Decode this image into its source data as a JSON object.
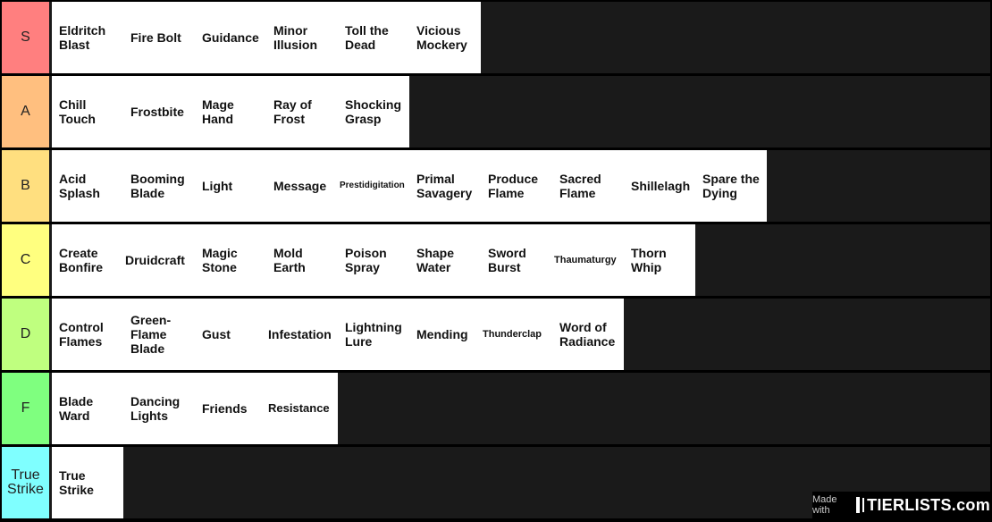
{
  "tiers": [
    {
      "label": "S",
      "color": "#ff7f7f",
      "items": [
        "Eldritch Blast",
        "Fire Bolt",
        "Guidance",
        "Minor Illusion",
        "Toll the Dead",
        "Vicious Mockery"
      ]
    },
    {
      "label": "A",
      "color": "#ffbf7f",
      "items": [
        "Chill Touch",
        "Frostbite",
        "Mage Hand",
        "Ray of Frost",
        "Shocking Grasp"
      ]
    },
    {
      "label": "B",
      "color": "#ffdf7f",
      "items": [
        "Acid Splash",
        "Booming Blade",
        "Light",
        "Message",
        "Prestidigitation",
        "Primal Savagery",
        "Produce Flame",
        "Sacred Flame",
        "Shillelagh",
        "Spare the Dying"
      ]
    },
    {
      "label": "C",
      "color": "#ffff7f",
      "items": [
        "Create Bonfire",
        "Druidcraft",
        "Magic Stone",
        "Mold Earth",
        "Poison Spray",
        "Shape Water",
        "Sword Burst",
        "Thaumaturgy",
        "Thorn Whip"
      ]
    },
    {
      "label": "D",
      "color": "#bfff7f",
      "items": [
        "Control Flames",
        "Green-Flame Blade",
        "Gust",
        "Infestation",
        "Lightning Lure",
        "Mending",
        "Thunderclap",
        "Word of Radiance"
      ]
    },
    {
      "label": "F",
      "color": "#7fff7f",
      "items": [
        "Blade Ward",
        "Dancing Lights",
        "Friends",
        "Resistance"
      ]
    },
    {
      "label": "True Strike",
      "color": "#7fffff",
      "items": [
        "True Strike"
      ]
    }
  ],
  "watermark": {
    "made_with": "Made with",
    "logo": "TIERLISTS.com"
  }
}
